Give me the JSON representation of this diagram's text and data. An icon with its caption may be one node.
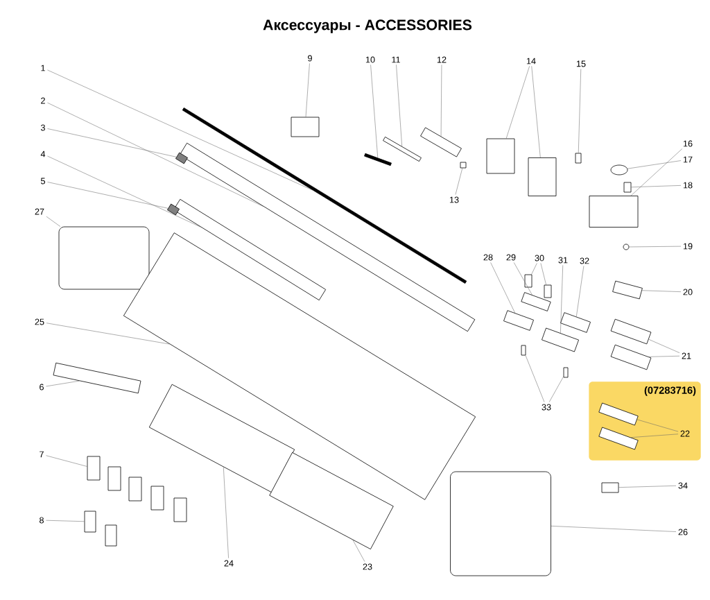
{
  "diagram": {
    "title": "Аксессуары - ACCESSORIES",
    "nodes": [
      {
        "text": [
          "(07283716)"
        ]
      },
      {
        "text": [
          "1"
        ]
      },
      {
        "text": [
          "2"
        ]
      },
      {
        "text": [
          "3"
        ]
      },
      {
        "text": [
          "4"
        ]
      },
      {
        "text": [
          "5"
        ]
      },
      {
        "text": [
          "6"
        ]
      },
      {
        "text": [
          "7"
        ]
      },
      {
        "text": [
          "8"
        ]
      },
      {
        "text": [
          "9"
        ]
      },
      {
        "text": [
          "10"
        ]
      },
      {
        "text": [
          "11"
        ]
      },
      {
        "text": [
          "12"
        ]
      },
      {
        "text": [
          "13"
        ]
      },
      {
        "text": [
          "14"
        ]
      },
      {
        "text": [
          "15"
        ]
      },
      {
        "text": [
          "16"
        ]
      },
      {
        "text": [
          "17"
        ]
      },
      {
        "text": [
          "18"
        ]
      },
      {
        "text": [
          "19"
        ]
      },
      {
        "text": [
          "20"
        ]
      },
      {
        "text": [
          "21"
        ]
      },
      {
        "text": [
          "22"
        ],
        "in": 0
      },
      {
        "text": [
          "23"
        ]
      },
      {
        "text": [
          "24"
        ]
      },
      {
        "text": [
          "25"
        ]
      },
      {
        "text": [
          "26"
        ]
      },
      {
        "text": [
          "27"
        ]
      },
      {
        "text": [
          "28"
        ]
      },
      {
        "text": [
          "29"
        ]
      },
      {
        "text": [
          "30"
        ]
      },
      {
        "text": [
          "31"
        ]
      },
      {
        "text": [
          "32"
        ]
      },
      {
        "text": [
          "33"
        ]
      },
      {
        "text": [
          "34"
        ]
      },
      {
        "text": [],
        "shape": "bar"
      },
      {
        "text": [],
        "shape": "box"
      },
      {
        "text": [],
        "shape": "box"
      },
      {
        "text": [],
        "shape": "box"
      },
      {
        "text": [],
        "shape": "box"
      },
      {
        "text": [],
        "shape": "box"
      },
      {
        "text": [],
        "shape": "box"
      },
      {
        "text": [],
        "shape": "box"
      },
      {
        "text": [],
        "shape": "box"
      },
      {
        "text": [],
        "shape": "box"
      },
      {
        "text": [],
        "shape": "box"
      },
      {
        "text": [],
        "shape": "box"
      },
      {
        "text": [],
        "shape": "box"
      },
      {
        "text": [],
        "shape": "box"
      },
      {
        "text": [],
        "shape": "bar"
      },
      {
        "text": [],
        "shape": "box"
      },
      {
        "text": [],
        "shape": "box"
      },
      {
        "text": [],
        "shape": "box"
      },
      {
        "text": [],
        "shape": "box"
      },
      {
        "text": [],
        "shape": "box"
      },
      {
        "text": [],
        "shape": "box"
      },
      {
        "text": [],
        "shape": "box"
      },
      {
        "text": [],
        "shape": "circle"
      },
      {
        "text": [],
        "shape": "box"
      },
      {
        "text": [],
        "shape": "circle"
      },
      {
        "text": [],
        "shape": "box"
      },
      {
        "text": [],
        "shape": "box"
      },
      {
        "text": [],
        "shape": "box"
      },
      {
        "text": [],
        "shape": "box",
        "in": 0
      },
      {
        "text": [],
        "shape": "box",
        "in": 0
      },
      {
        "text": [],
        "shape": "box"
      },
      {
        "text": [],
        "shape": "box"
      },
      {
        "text": [],
        "shape": "box"
      },
      {
        "text": [],
        "shape": "box"
      },
      {
        "text": [],
        "shape": "box"
      },
      {
        "text": [],
        "shape": "box"
      },
      {
        "text": [],
        "shape": "box"
      },
      {
        "text": [],
        "shape": "box"
      },
      {
        "text": [],
        "shape": "box"
      }
    ],
    "edges": [
      {
        "from": 1,
        "to": 35,
        "arrow": "none"
      },
      {
        "from": 2,
        "to": 36,
        "arrow": "none"
      },
      {
        "from": 3,
        "to": 37,
        "arrow": "none"
      },
      {
        "from": 4,
        "to": 38,
        "arrow": "none"
      },
      {
        "from": 5,
        "to": 39,
        "arrow": "none"
      },
      {
        "from": 6,
        "to": 42,
        "arrow": "none"
      },
      {
        "from": 7,
        "to": 43,
        "arrow": "none"
      },
      {
        "from": 8,
        "to": 44,
        "arrow": "none"
      },
      {
        "from": 9,
        "to": 48,
        "arrow": "none"
      },
      {
        "from": 10,
        "to": 49,
        "arrow": "none"
      },
      {
        "from": 11,
        "to": 50,
        "arrow": "none"
      },
      {
        "from": 12,
        "to": 51,
        "arrow": "none"
      },
      {
        "from": 13,
        "to": 52,
        "arrow": "none"
      },
      {
        "from": 14,
        "to": 53,
        "arrow": "none"
      },
      {
        "from": 14,
        "to": 54,
        "arrow": "none"
      },
      {
        "from": 15,
        "to": 55,
        "arrow": "none"
      },
      {
        "from": 16,
        "to": 56,
        "arrow": "none"
      },
      {
        "from": 17,
        "to": 57,
        "arrow": "none"
      },
      {
        "from": 18,
        "to": 58,
        "arrow": "none"
      },
      {
        "from": 19,
        "to": 59,
        "arrow": "none"
      },
      {
        "from": 20,
        "to": 60,
        "arrow": "none"
      },
      {
        "from": 21,
        "to": 61,
        "arrow": "none"
      },
      {
        "from": 21,
        "to": 62,
        "arrow": "none"
      },
      {
        "from": 22,
        "to": 63,
        "arrow": "none"
      },
      {
        "from": 22,
        "to": 64,
        "arrow": "none"
      },
      {
        "from": 23,
        "to": 46,
        "arrow": "none"
      },
      {
        "from": 24,
        "to": 45,
        "arrow": "none"
      },
      {
        "from": 25,
        "to": 41,
        "arrow": "none"
      },
      {
        "from": 26,
        "to": 47,
        "arrow": "none"
      },
      {
        "from": 27,
        "to": 40,
        "arrow": "none"
      },
      {
        "from": 28,
        "to": 66,
        "arrow": "none"
      },
      {
        "from": 29,
        "to": 67,
        "arrow": "none"
      },
      {
        "from": 30,
        "to": 68,
        "arrow": "none"
      },
      {
        "from": 30,
        "to": 69,
        "arrow": "none"
      },
      {
        "from": 31,
        "to": 70,
        "arrow": "none"
      },
      {
        "from": 32,
        "to": 71,
        "arrow": "none"
      },
      {
        "from": 33,
        "to": 72,
        "arrow": "none"
      },
      {
        "from": 33,
        "to": 73,
        "arrow": "none"
      },
      {
        "from": 34,
        "to": 65,
        "arrow": "none"
      }
    ]
  }
}
